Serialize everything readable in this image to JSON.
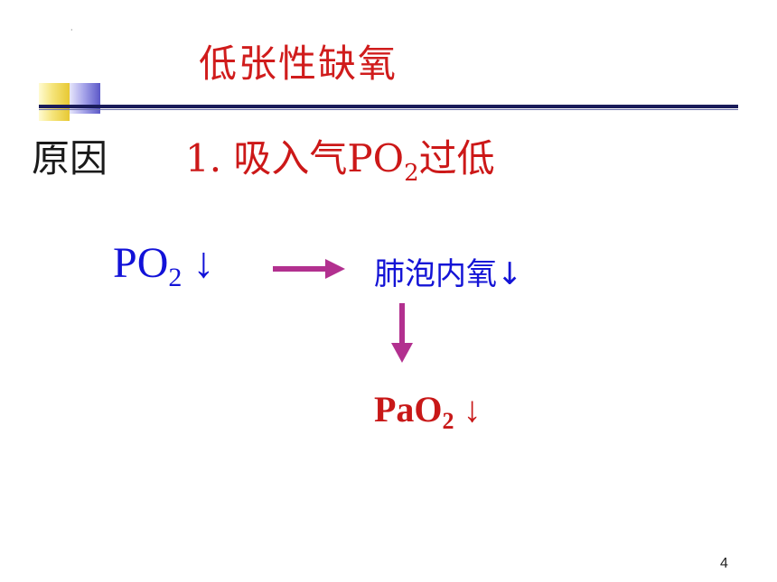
{
  "slide": {
    "title": "低张性缺氧",
    "cause_label": "原因",
    "cause_item": {
      "prefix": "1.  吸入气PO",
      "subscript": "2",
      "suffix": "过低"
    },
    "flow": {
      "start": {
        "text": "PO",
        "subscript": "2",
        "arrow": " ↓"
      },
      "middle": "肺泡内氧↓",
      "end": {
        "text": "PaO",
        "subscript": "2",
        "arrow": " ↓"
      }
    },
    "page_number": "4",
    "corner_mark": "·"
  },
  "colors": {
    "title_red": "#d01c1c",
    "flow_blue": "#1212d8",
    "arrow_magenta": "#b2308f",
    "rule_navy": "#1a1c5a"
  },
  "icons": {
    "flow_arrow_right": "right-arrow-icon",
    "flow_arrow_down": "down-arrow-icon"
  }
}
